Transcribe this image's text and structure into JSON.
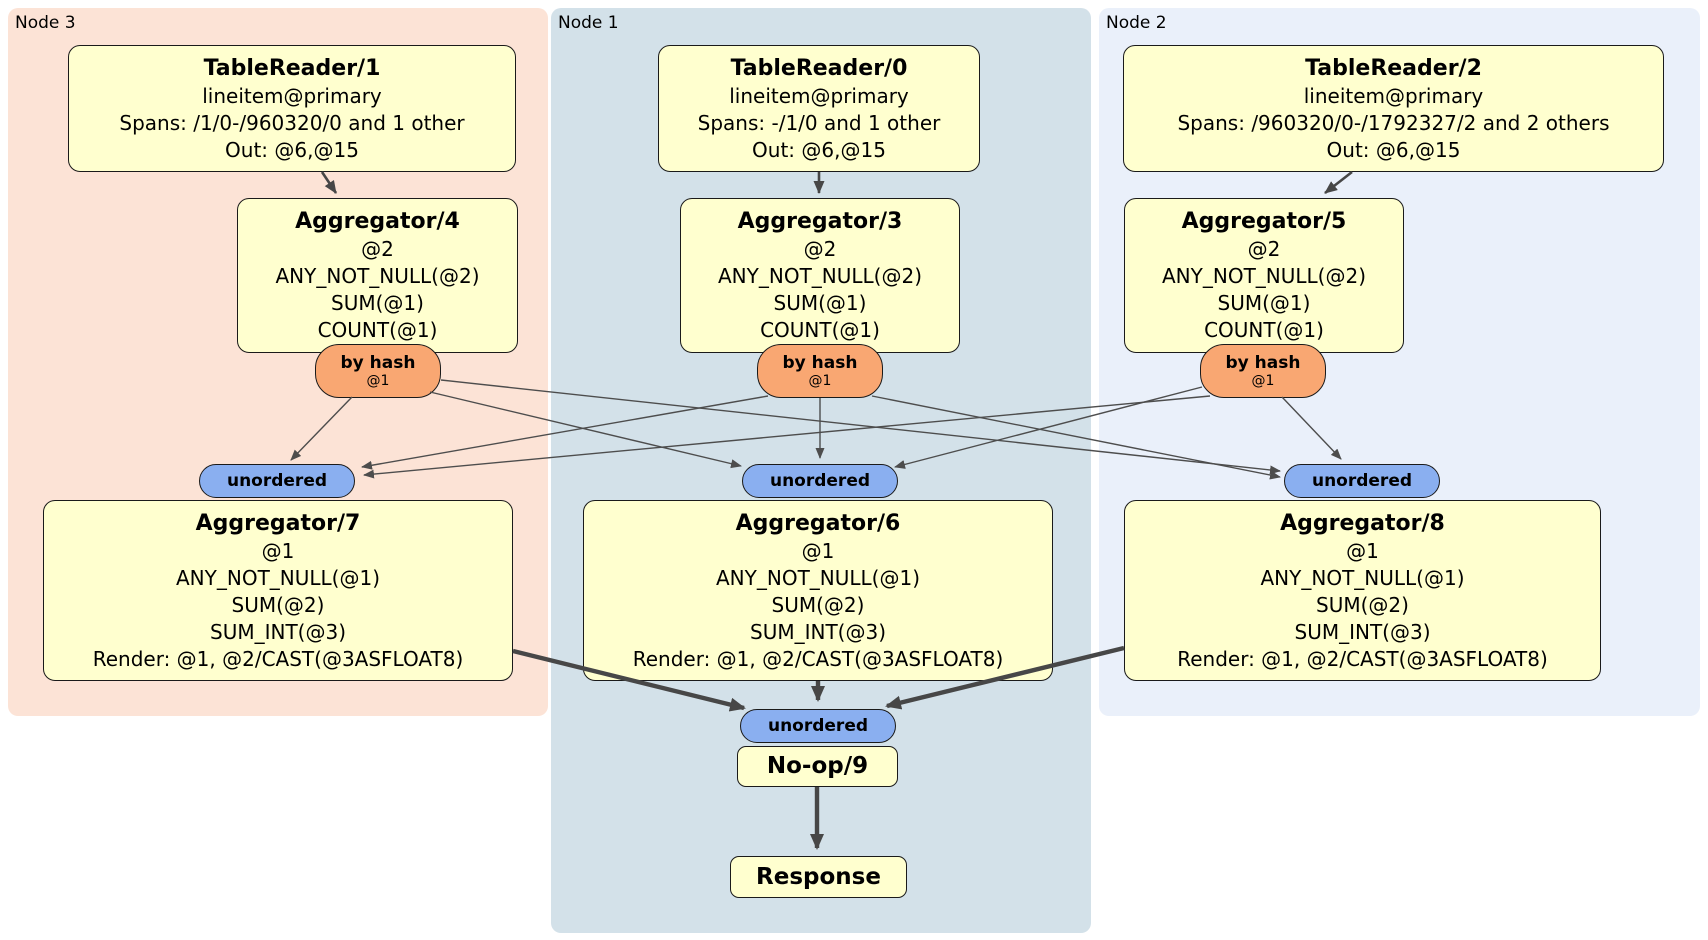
{
  "panels": [
    {
      "label": "Node 3"
    },
    {
      "label": "Node 1"
    },
    {
      "label": "Node 2"
    }
  ],
  "boxes": {
    "tr1": {
      "title": "TableReader/1",
      "lines": [
        "lineitem@primary",
        "Spans: /1/0-/960320/0 and 1 other",
        "Out: @6,@15"
      ]
    },
    "tr0": {
      "title": "TableReader/0",
      "lines": [
        "lineitem@primary",
        "Spans: -/1/0 and 1 other",
        "Out: @6,@15"
      ]
    },
    "tr2": {
      "title": "TableReader/2",
      "lines": [
        "lineitem@primary",
        "Spans: /960320/0-/1792327/2 and 2 others",
        "Out: @6,@15"
      ]
    },
    "agg4": {
      "title": "Aggregator/4",
      "lines": [
        "@2",
        "ANY_NOT_NULL(@2)",
        "SUM(@1)",
        "COUNT(@1)"
      ]
    },
    "agg3": {
      "title": "Aggregator/3",
      "lines": [
        "@2",
        "ANY_NOT_NULL(@2)",
        "SUM(@1)",
        "COUNT(@1)"
      ]
    },
    "agg5": {
      "title": "Aggregator/5",
      "lines": [
        "@2",
        "ANY_NOT_NULL(@2)",
        "SUM(@1)",
        "COUNT(@1)"
      ]
    },
    "agg7": {
      "title": "Aggregator/7",
      "lines": [
        "@1",
        "ANY_NOT_NULL(@1)",
        "SUM(@2)",
        "SUM_INT(@3)",
        "Render: @1, @2/CAST(@3ASFLOAT8)"
      ]
    },
    "agg6": {
      "title": "Aggregator/6",
      "lines": [
        "@1",
        "ANY_NOT_NULL(@1)",
        "SUM(@2)",
        "SUM_INT(@3)",
        "Render: @1, @2/CAST(@3ASFLOAT8)"
      ]
    },
    "agg8": {
      "title": "Aggregator/8",
      "lines": [
        "@1",
        "ANY_NOT_NULL(@1)",
        "SUM(@2)",
        "SUM_INT(@3)",
        "Render: @1, @2/CAST(@3ASFLOAT8)"
      ]
    },
    "noop": {
      "title": "No-op/9"
    },
    "response": {
      "title": "Response"
    }
  },
  "router": {
    "label": "by hash",
    "detail": "@1"
  },
  "stream": {
    "label": "unordered"
  },
  "colors": {
    "node3_bg": "#fce3d6",
    "node1_bg": "#d3e1e9",
    "node2_bg": "#eaf0fa",
    "box_fill": "#ffffcf",
    "box_border": "#1a1a1a",
    "router_fill": "#f9a772",
    "stream_fill": "#8aaff0",
    "edge_color": "#4d4d4d"
  }
}
